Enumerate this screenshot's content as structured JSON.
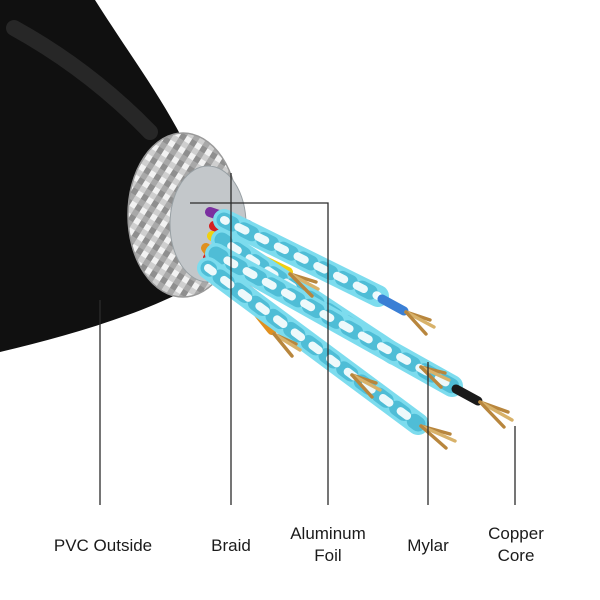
{
  "figure": {
    "description": "Cutaway diagram of a shielded multi-conductor cable",
    "labels": {
      "pvc": "PVC Outside",
      "braid": "Braid",
      "aluminum_line1": "Aluminum",
      "aluminum_line2": "Foil",
      "mylar": "Mylar",
      "copper_line1": "Copper",
      "copper_line2": "Core"
    }
  },
  "colors": {
    "background": "#ffffff",
    "jacket": "#101010",
    "jacket_highlight": "#3a3a3a",
    "braid_mesh_light": "#f2f2f2",
    "braid_mesh_mid": "#cfcfcf",
    "braid_mesh_dark": "#8f8f8f",
    "foil": "#c3c7ca",
    "pair_insulation": "#7ddcee",
    "pair_twist_shadow": "#4fbdd6",
    "pair_highlight": "#ffffff",
    "copper": "#b8863d",
    "copper_light": "#d8b26a",
    "leader_line": "#2b2b2b",
    "wire_purple": "#7b2fa0",
    "wire_red": "#d42020",
    "wire_yellow": "#f0d010",
    "wire_orange": "#e09020",
    "wire_green": "#30b040",
    "wire_blue": "#3a7fd5",
    "wire_black": "#1a1a1a"
  }
}
